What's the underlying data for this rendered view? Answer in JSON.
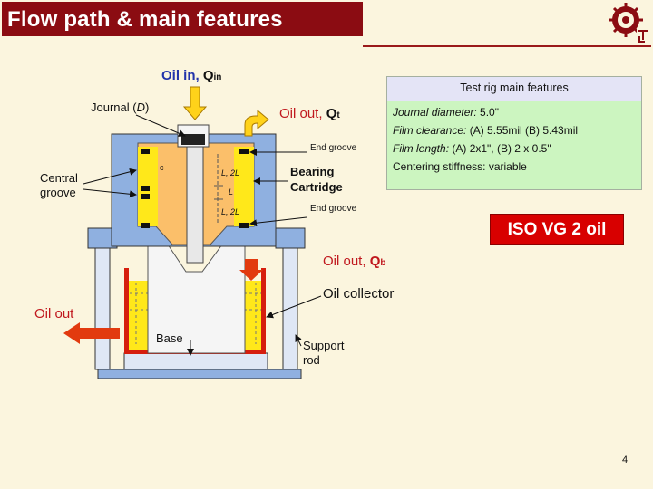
{
  "slide": {
    "title": "Flow path & main features",
    "page_number": "4"
  },
  "diagram": {
    "oil_in": "Oil in,",
    "oil_in_q": "Q",
    "oil_in_q_sub": "in",
    "oil_out_top": "Oil out,",
    "oil_out_top_q": "Q",
    "oil_out_top_q_sub": "t",
    "journal_prefix": "Journal (",
    "journal_var": "D",
    "journal_suffix": ")",
    "end_groove_top": "End groove",
    "end_groove_bottom": "End groove",
    "central_groove_line1": "Central",
    "central_groove_line2": "groove",
    "c_label": "c",
    "l2l_top": "L, 2L",
    "l_mid": "L",
    "l2l_bottom": "L, 2L",
    "bearing_cartridge_line1": "Bearing",
    "bearing_cartridge_line2": "Cartridge",
    "oil_out_bottom": "Oil out,",
    "oil_out_bottom_q": "Q",
    "oil_out_bottom_q_sub": "b",
    "oil_collector": "Oil collector",
    "oil_out_left": "Oil out",
    "base": "Base",
    "support_rod_line1": "Support",
    "support_rod_line2": "rod",
    "colors": {
      "title_bg": "#8b0c12",
      "oil_yellow": "#ffe81a",
      "bearing_orange": "#fbbf6a",
      "frame_blue": "#8fb0e0",
      "arrow_red": "#e23a0f",
      "arrow_yellow": "#ffd21a",
      "label_blue": "#2233aa",
      "label_red": "#c0181e"
    }
  },
  "features": {
    "header": "Test rig main features",
    "diameter_label": "Journal diameter:",
    "diameter_value": " 5.0\"",
    "clearance_label": "Film clearance:",
    "clearance_value": "  (A) 5.55mil  (B) 5.43mil",
    "length_label": "Film length:",
    "length_value": " (A) 2x1\", (B) 2 x 0.5\"",
    "stiffness_label": "Centering stiffness:",
    "stiffness_value": "  variable"
  },
  "oil_grade": "ISO VG 2 oil"
}
